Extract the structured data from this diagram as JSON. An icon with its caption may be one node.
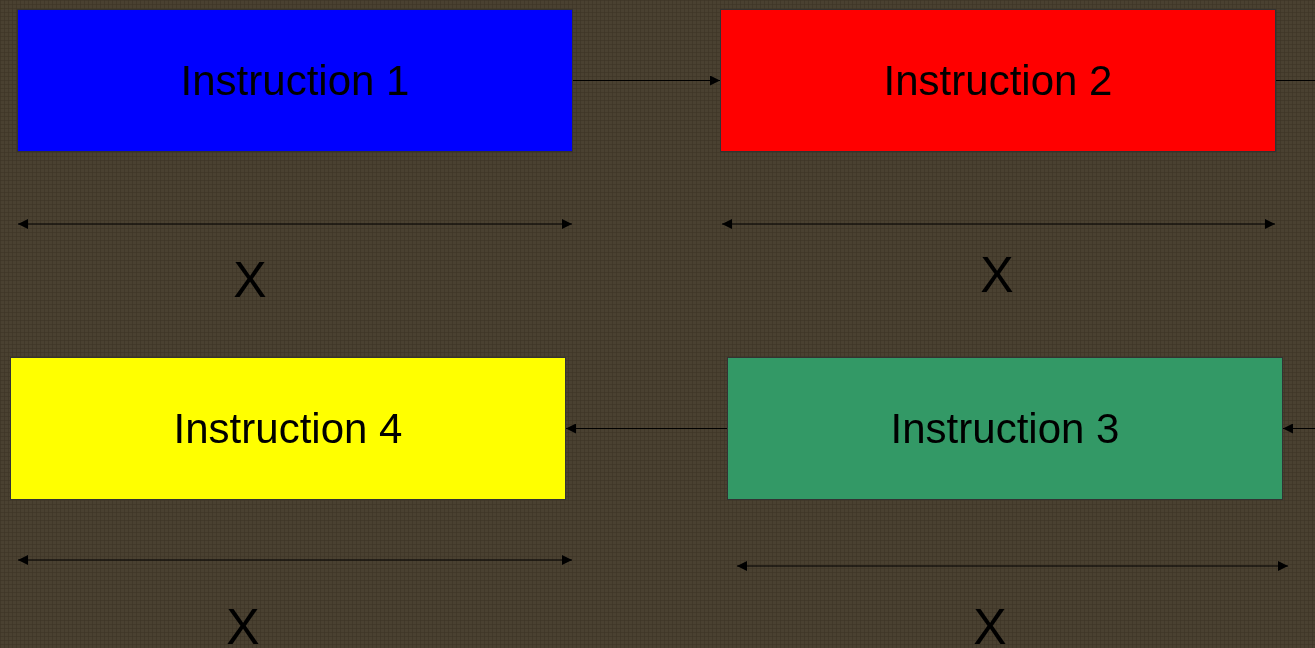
{
  "diagram": {
    "nodes": [
      {
        "text": [
          "Instruction 1"
        ]
      },
      {
        "text": [
          "Instruction 2"
        ]
      },
      {
        "text": [
          "Instruction 4"
        ]
      },
      {
        "text": [
          "Instruction 3"
        ]
      }
    ],
    "edges": [
      {
        "from": 0,
        "to": 1,
        "arrow": "to"
      },
      {
        "from": 1,
        "to": null,
        "arrow": "none"
      },
      {
        "from": null,
        "to": 3,
        "arrow": "to"
      },
      {
        "from": 3,
        "to": 2,
        "arrow": "to"
      }
    ],
    "labels": [
      "X",
      "X",
      "X",
      "X"
    ]
  }
}
